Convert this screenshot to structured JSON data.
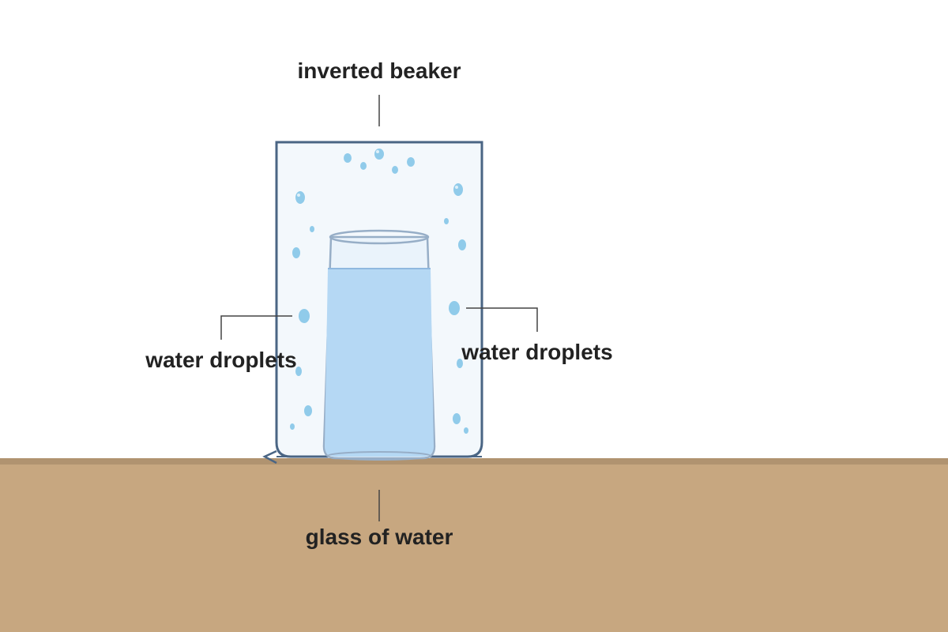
{
  "diagram": {
    "labels": {
      "beaker": "inverted beaker",
      "droplets_left": "water droplets",
      "droplets_right": "water droplets",
      "glass": "glass of water"
    }
  },
  "colors": {
    "table_top": "#b09370",
    "table": "#c7a780",
    "beaker_stroke": "#4a6584",
    "beaker_fill": "#f3f8fc",
    "water": "#b5d8f4",
    "glass_stroke": "#97aec7",
    "droplet": "#90cbea",
    "leader_line": "#444444",
    "label_text": "#222222"
  }
}
